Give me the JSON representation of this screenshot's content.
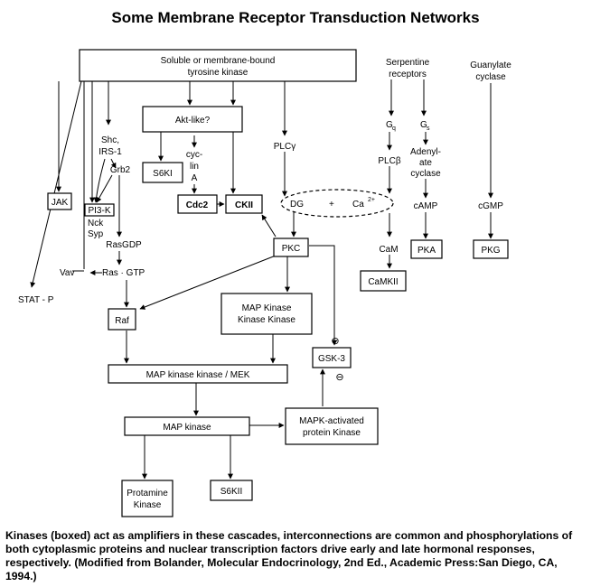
{
  "title": "Some Membrane Receptor Transduction Networks",
  "nodes": {
    "tyrosine_kinase_l1": "Soluble or membrane-bound",
    "tyrosine_kinase_l2": "tyrosine kinase",
    "akt": "Akt-like?",
    "s6ki": "S6KI",
    "cyclin_l1": "cyc-",
    "cyclin_l2": "lin",
    "cyclin_l3": "A",
    "cdc2": "Cdc2",
    "ckii": "CKII",
    "shc_l1": "Shc,",
    "shc_l2": "IRS-1",
    "grb2": "Grb2",
    "jak": "JAK",
    "pi3k": "PI3-K",
    "nck": "Nck",
    "syp": "Syp",
    "rasgdp": "RasGDP",
    "vav": "Vav",
    "rasgtp": "Ras · GTP",
    "stat": "STAT - P",
    "plcg": "PLCγ",
    "dg": "DG",
    "plus": "+",
    "ca": "Ca",
    "ca_sup": "2+",
    "pkc": "PKC",
    "raf": "Raf",
    "mapkkk_l1": "MAP Kinase",
    "mapkkk_l2": "Kinase Kinase",
    "mek": "MAP kinase kinase / MEK",
    "gsk3": "GSK-3",
    "mapk": "MAP kinase",
    "mapkap_l1": "MAPK-activated",
    "mapkap_l2": "protein Kinase",
    "protamine_l1": "Protamine",
    "protamine_l2": "Kinase",
    "s6kii": "S6KII",
    "serpentine_l1": "Serpentine",
    "serpentine_l2": "receptors",
    "gq": "G",
    "gq_sub": "q",
    "gs": "G",
    "gs_sub": "s",
    "plcb": "PLCβ",
    "adenylate_l1": "Adenyl-",
    "adenylate_l2": "ate",
    "adenylate_l3": "cyclase",
    "camp": "cAMP",
    "pka": "PKA",
    "cam": "CaM",
    "camkii": "CaMKII",
    "guanylate_l1": "Guanylate",
    "guanylate_l2": "cyclase",
    "cgmp": "cGMP",
    "pkg": "PKG",
    "inhib_top": "⊖",
    "inhib_bottom": "⊖"
  },
  "caption": "Kinases (boxed) act as amplifiers in these cascades, interconnections are common and phosphorylations of both cytoplasmic proteins and nuclear transcription factors drive early and late hormonal responses, respectively.  (Modified from Bolander, Molecular Endocrinology, 2nd Ed., Academic Press:San Diego, CA, 1994.)"
}
